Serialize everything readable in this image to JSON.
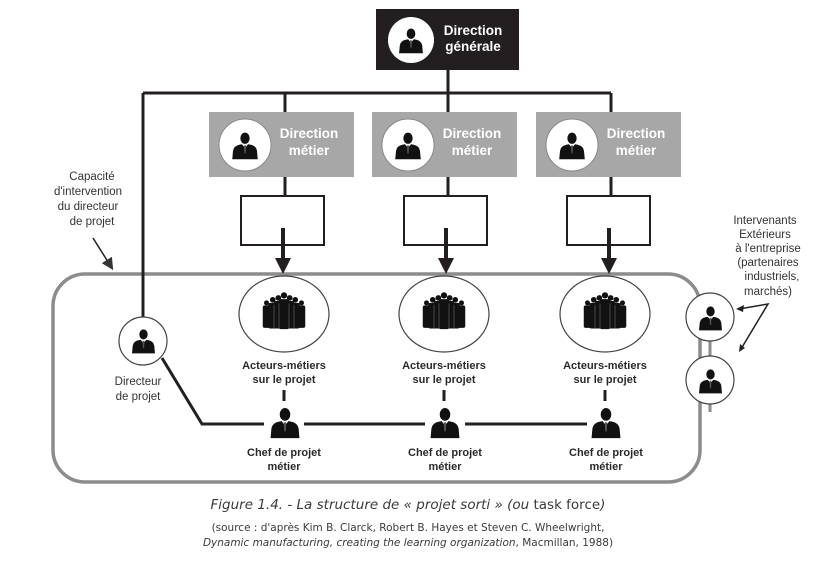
{
  "diagram": {
    "top_box": {
      "title_line1": "Direction",
      "title_line2": "générale",
      "color": "#231f20",
      "icon": "person-icon"
    },
    "direction_boxes": [
      {
        "title_line1": "Direction",
        "title_line2": "métier",
        "color": "#a7a7a7",
        "icon": "person-icon"
      },
      {
        "title_line1": "Direction",
        "title_line2": "métier",
        "color": "#a7a7a7",
        "icon": "person-icon"
      },
      {
        "title_line1": "Direction",
        "title_line2": "métier",
        "color": "#a7a7a7",
        "icon": "person-icon"
      }
    ],
    "groups": [
      {
        "label_line1": "Acteurs-métiers",
        "label_line2": "sur le projet",
        "icon": "group-icon"
      },
      {
        "label_line1": "Acteurs-métiers",
        "label_line2": "sur le projet",
        "icon": "group-icon"
      },
      {
        "label_line1": "Acteurs-métiers",
        "label_line2": "sur le projet",
        "icon": "group-icon"
      }
    ],
    "chefs": [
      {
        "label_line1": "Chef de projet",
        "label_line2": "métier",
        "icon": "person-icon"
      },
      {
        "label_line1": "Chef de projet",
        "label_line2": "métier",
        "icon": "person-icon"
      },
      {
        "label_line1": "Chef de projet",
        "label_line2": "métier",
        "icon": "person-icon"
      }
    ],
    "director": {
      "label_line1": "Directeur",
      "label_line2": "de projet",
      "icon": "person-icon"
    },
    "capacity_note": [
      "Capacité",
      "d'intervention",
      "du directeur",
      "de projet"
    ],
    "external_note": [
      "Intervenants",
      "Extérieurs",
      "à l'entreprise",
      "(partenaires",
      "industriels,",
      "marchés)"
    ],
    "frame_color": "#8c8c8c",
    "line_color": "#231f20"
  },
  "caption": {
    "title_italic": "Figure 1.4. - La structure de « projet sorti » (ou",
    "title_roman": " task force",
    "title_close": ")",
    "source_line1": "(source : d'après Kim B. Clarck, Robert B. Hayes et Steven C. Wheelwright,",
    "source_line2_italic": "Dynamic manufacturing, creating the learning organization",
    "source_line2_roman": ", Macmillan, 1988)"
  }
}
